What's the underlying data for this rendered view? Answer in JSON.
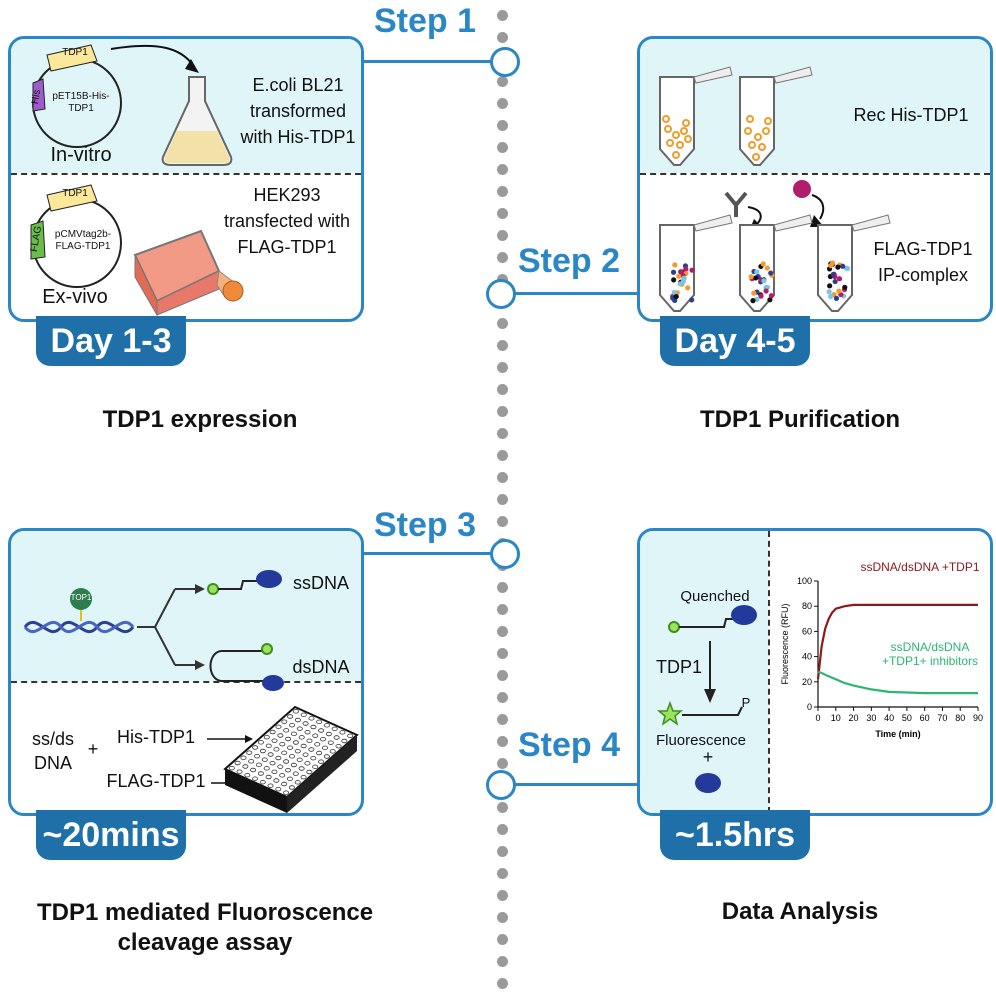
{
  "steps": [
    "Step 1",
    "Step 2",
    "Step 3",
    "Step 4"
  ],
  "durations": [
    "Day 1-3",
    "Day 4-5",
    "~20mins",
    "~1.5hrs"
  ],
  "captions": {
    "p1": "TDP1 expression",
    "p2": "TDP1 Purification",
    "p3_line1": "TDP1 mediated Fluoroscence",
    "p3_line2": "cleavage assay",
    "p4": "Data Analysis"
  },
  "panel1": {
    "plasmid1": {
      "insert": "TDP1",
      "tag": "His",
      "name": "pET15B-His-TDP1"
    },
    "invitro": "In-vitro",
    "ecoli": [
      "E.coli BL21",
      "transformed",
      "with His-TDP1"
    ],
    "plasmid2": {
      "insert": "TDP1",
      "tag": "FLAG",
      "name": "pCMVtag2b-FLAG-TDP1"
    },
    "exvivo": "Ex-vivo",
    "hek": [
      "HEK293",
      "transfected  with",
      "FLAG-TDP1"
    ]
  },
  "panel2": {
    "rec": "Rec His-TDP1",
    "flag": [
      "FLAG-TDP1",
      "IP-complex"
    ]
  },
  "panel3": {
    "top1": "TOP1",
    "ss": "ssDNA",
    "ds": "dsDNA",
    "ssds": [
      "ss/ds",
      "DNA"
    ],
    "plus": "+",
    "his": "His-TDP1",
    "flag": "FLAG-TDP1"
  },
  "panel4": {
    "quenched": "Quenched",
    "tdp1": "TDP1",
    "p": "P",
    "fluorescence": "Fluorescence",
    "plus": "+"
  },
  "chart_data": {
    "type": "line",
    "xlabel": "Time (min)",
    "ylabel": "Fluorescence (RFU)",
    "xlim": [
      0,
      90
    ],
    "ylim": [
      0,
      100
    ],
    "xticks": [
      0,
      10,
      20,
      30,
      40,
      50,
      60,
      70,
      80,
      90
    ],
    "yticks": [
      0,
      20,
      40,
      60,
      80,
      100
    ],
    "series": [
      {
        "name": "ssDNA/dsDNA +TDP1",
        "color": "#8b1a1a",
        "x": [
          0,
          2,
          4,
          6,
          8,
          10,
          15,
          20,
          30,
          40,
          60,
          90
        ],
        "y": [
          22,
          48,
          62,
          70,
          75,
          78,
          80,
          81,
          81,
          81,
          81,
          81
        ]
      },
      {
        "name": "ssDNA/dsDNA +TDP1+ inhibitors",
        "color": "#2bb673",
        "x": [
          0,
          2,
          5,
          10,
          15,
          20,
          30,
          40,
          60,
          90
        ],
        "y": [
          28,
          27,
          25,
          22,
          19,
          17,
          14,
          12,
          11,
          11
        ]
      }
    ],
    "legend_labels": [
      [
        "ssDNA/dsDNA +TDP1"
      ],
      [
        "ssDNA/dsDNA",
        "+TDP1+ inhibitors"
      ]
    ]
  },
  "colors": {
    "accent": "#2a86c4",
    "badge": "#1f6fa8",
    "panel_fill": "#dff5f8"
  }
}
